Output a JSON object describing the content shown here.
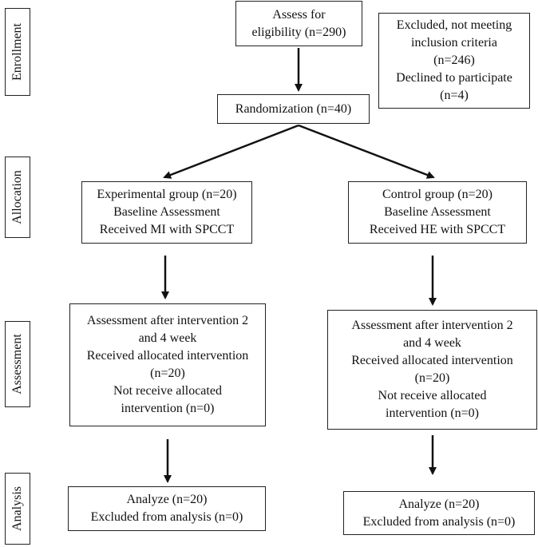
{
  "stages": {
    "enrollment": "Enrollment",
    "allocation": "Allocation",
    "assessment": "Assessment",
    "analysis": "Analysis"
  },
  "eligibility": [
    "Assess for",
    "eligibility (n=290)"
  ],
  "excluded": [
    "Excluded, not meeting",
    "inclusion criteria",
    "(n=246)",
    "Declined to participate",
    "(n=4)"
  ],
  "randomization": "Randomization (n=40)",
  "experimental": {
    "allocation": [
      "Experimental group (n=20)",
      "Baseline Assessment",
      "Received MI with SPCCT"
    ],
    "assessment": [
      "Assessment after intervention 2",
      "and 4 week",
      "Received allocated intervention",
      "(n=20)",
      "Not receive allocated",
      "intervention (n=0)"
    ],
    "analysis": [
      "Analyze (n=20)",
      "Excluded from analysis (n=0)"
    ]
  },
  "control": {
    "allocation": [
      "Control group (n=20)",
      "Baseline Assessment",
      "Received HE with SPCCT"
    ],
    "assessment": [
      "Assessment after intervention 2",
      "and 4 week",
      "Received allocated intervention",
      "(n=20)",
      "Not receive allocated",
      "intervention (n=0)"
    ],
    "analysis": [
      "Analyze (n=20)",
      "Excluded from analysis (n=0)"
    ]
  }
}
